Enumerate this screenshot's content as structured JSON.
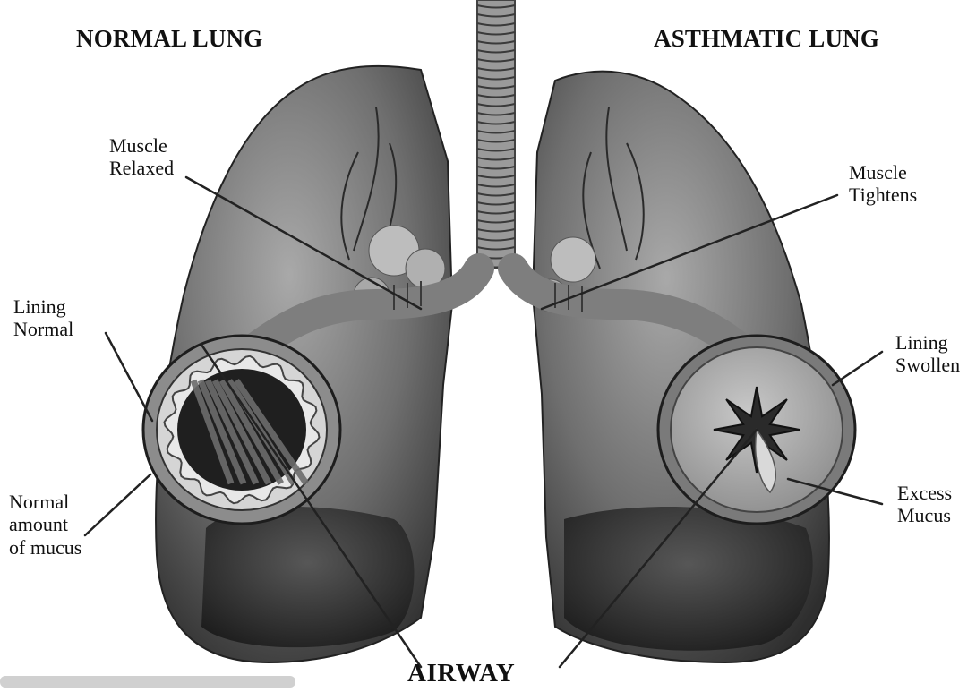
{
  "titles": {
    "left": "NORMAL LUNG",
    "right": "ASTHMATIC LUNG"
  },
  "labels": {
    "muscle_relaxed": "Muscle\nRelaxed",
    "muscle_tightens": "Muscle\nTightens",
    "lining_normal": "Lining\nNormal",
    "lining_swollen": "Lining\nSwollen",
    "normal_mucus": "Normal\namount\nof mucus",
    "excess_mucus": "Excess\nMucus",
    "airway": "AIRWAY"
  }
}
